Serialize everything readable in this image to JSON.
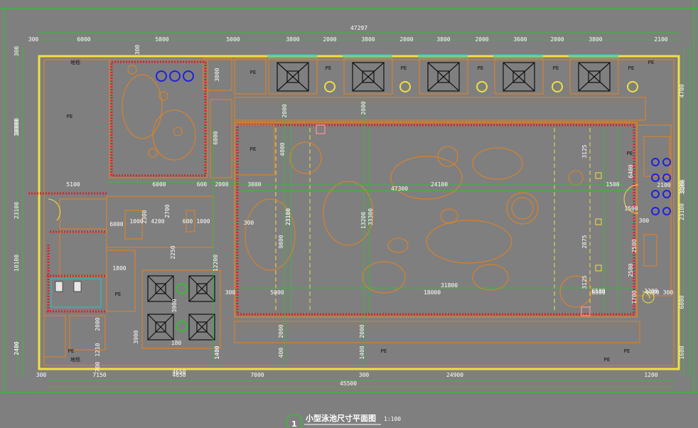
{
  "drawing": {
    "title": "小型泳池尺寸平面图",
    "scale": "1:100",
    "drawing_number": "1",
    "colors": {
      "background": "#7f7f7f",
      "wall": "#f0e040",
      "outline": "#e8821e",
      "dimension": "#22cc22",
      "red_mark": "#e02020",
      "blue_fixture": "#2020e0",
      "cyan_glass": "#20c8c8",
      "fixture_dark": "#111111"
    }
  },
  "dimensions": {
    "top_overall": "47297",
    "top_segments": [
      "300",
      "6000",
      "5800",
      "5000",
      "3800",
      "2000",
      "3800",
      "2000",
      "3800",
      "2000",
      "3600",
      "2000",
      "3800",
      "2100"
    ],
    "bottom_overall": "45500",
    "bottom_segments": [
      "300",
      "7150",
      "4650",
      "7000",
      "300",
      "24900",
      "1200"
    ],
    "left_segments": [
      "300",
      "10000",
      "23100",
      "10100",
      "2400"
    ],
    "right_segments": [
      "4700",
      "3100",
      "23100",
      "6000",
      "1600"
    ],
    "interior": [
      "300",
      "3000",
      "2000",
      "6000",
      "5100",
      "4000",
      "6000",
      "10000",
      "600",
      "2300",
      "6000",
      "2000",
      "3000",
      "47300",
      "24100",
      "3125",
      "1500",
      "3100",
      "4200",
      "2250",
      "1000",
      "23100",
      "13200",
      "33300",
      "300",
      "6400",
      "2100",
      "1500",
      "300",
      "2500",
      "1200",
      "2700",
      "1800",
      "12200",
      "9800",
      "23100",
      "6500",
      "5000",
      "18000",
      "31800",
      "3125",
      "2875",
      "2500",
      "1700",
      "1200",
      "2000",
      "2000",
      "1400",
      "400",
      "1400",
      "300",
      "2000",
      "3900",
      "3900",
      "2000",
      "1210",
      "700",
      "4650",
      "180",
      "600",
      "1000",
      "1400",
      "6500",
      "300",
      "2400"
    ]
  },
  "room_labels": [
    "地毯",
    "地毯",
    "PE",
    "PE",
    "PE",
    "PE",
    "PE",
    "PE",
    "PE",
    "PE",
    "PE",
    "PE",
    "PE",
    "PE",
    "PE",
    "PE",
    "PE"
  ]
}
